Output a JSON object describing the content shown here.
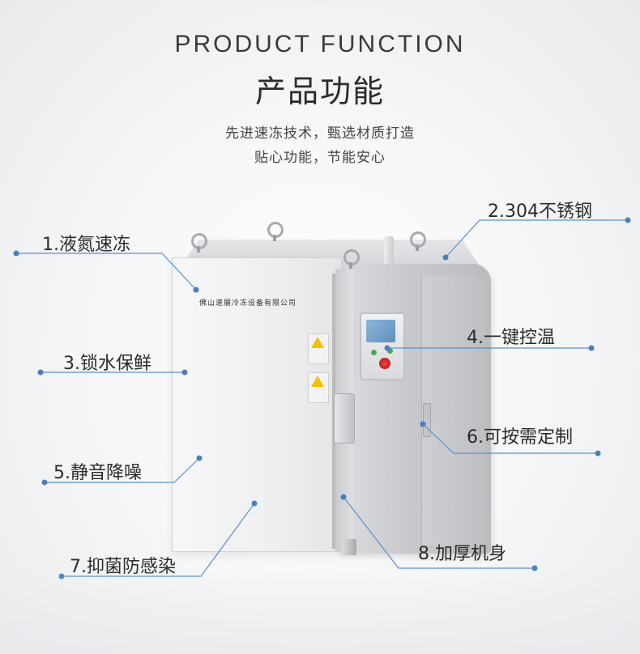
{
  "header": {
    "en_title": "PRODUCT FUNCTION",
    "cn_title": "产品功能",
    "subtitle_line1": "先进速冻技术，甄选材质打造",
    "subtitle_line2": "贴心功能，节能安心"
  },
  "product": {
    "brand_plate": "佛山速展冷冻设备有限公司"
  },
  "callouts": [
    {
      "id": "1",
      "label": "1.液氮速冻"
    },
    {
      "id": "2",
      "label": "2.304不锈钢"
    },
    {
      "id": "3",
      "label": "3.锁水保鲜"
    },
    {
      "id": "4",
      "label": "4.一键控温"
    },
    {
      "id": "5",
      "label": "5.静音降噪"
    },
    {
      "id": "6",
      "label": "6.可按需定制"
    },
    {
      "id": "7",
      "label": "7.抑菌防感染"
    },
    {
      "id": "8",
      "label": "8.加厚机身"
    }
  ],
  "colors": {
    "leader_line": "#5b8fc9",
    "leader_dot": "#4a7fbf",
    "text": "#2b2b2b",
    "background": "#f4f5f6"
  }
}
